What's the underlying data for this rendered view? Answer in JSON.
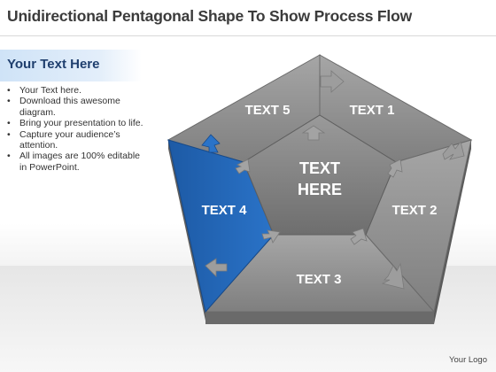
{
  "title": "Unidirectional Pentagonal Shape To Show Process Flow",
  "sidebar": {
    "header": "Your Text Here",
    "bullets": [
      "Your Text here.",
      "Download this awesome diagram.",
      "Bring your presentation to life.",
      "Capture your audience’s attention.",
      "All images are 100% editable in PowerPoint."
    ]
  },
  "diagram": {
    "center_line1": "TEXT",
    "center_line2": "HERE",
    "segments": [
      {
        "label": "TEXT 1",
        "color": "#8c8c8c"
      },
      {
        "label": "TEXT 2",
        "color": "#8c8c8c"
      },
      {
        "label": "TEXT 3",
        "color": "#8c8c8c"
      },
      {
        "label": "TEXT 4",
        "color": "#1f5fa8"
      },
      {
        "label": "TEXT 5",
        "color": "#8c8c8c"
      }
    ],
    "arrow_icon": "arrow-icon"
  },
  "footer": {
    "logo": "Your Logo"
  }
}
